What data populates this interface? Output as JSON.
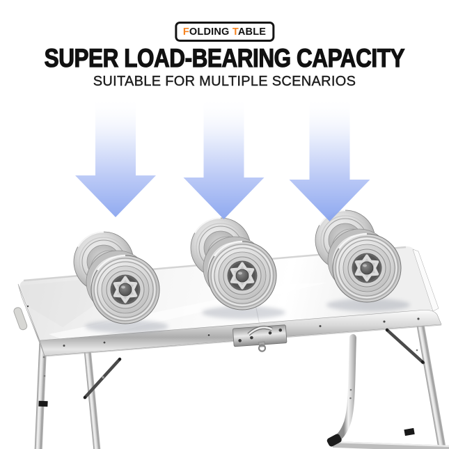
{
  "badge": {
    "f": "F",
    "olding": "OLDING",
    "t": "T",
    "able": "ABLE",
    "accent_color": "#f5821f"
  },
  "heading": {
    "title": "SUPER LOAD-BEARING CAPACITY",
    "subtitle": "SUITABLE FOR MULTIPLE SCENARIOS"
  },
  "graphics": {
    "arrow_color": "#7f9ef0",
    "arrow_count": 3,
    "dumbbell_count": 3,
    "scene_items": [
      "down-arrow",
      "down-arrow",
      "down-arrow",
      "dumbbell",
      "dumbbell",
      "dumbbell",
      "folding-table"
    ]
  },
  "colors": {
    "text": "#111111",
    "background": "#ffffff"
  }
}
